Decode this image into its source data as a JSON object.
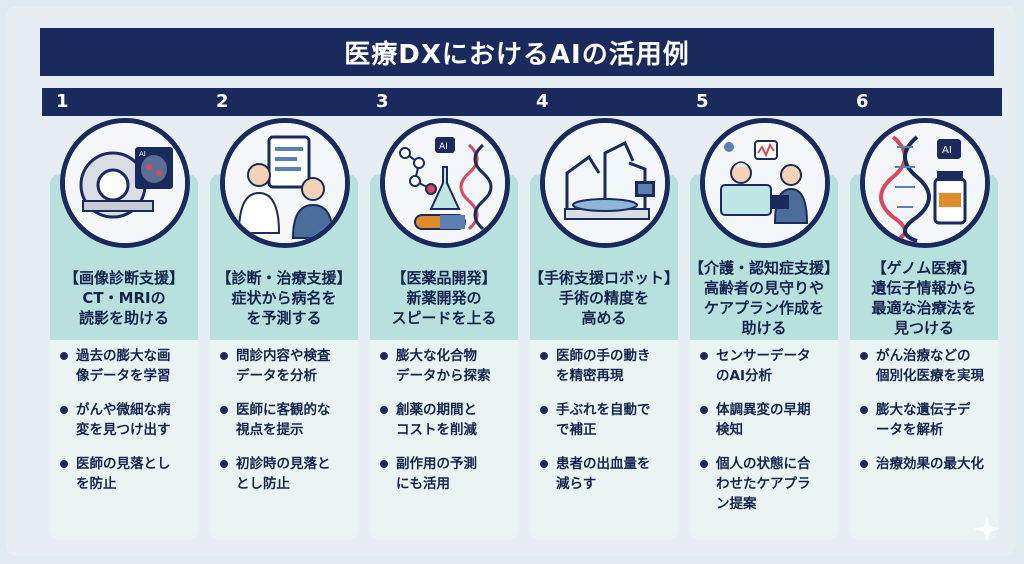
{
  "title": "医療DXにおけるAIの活用例",
  "columns": [
    {
      "number": "1",
      "icon": "ct-scanner-icon",
      "heading": [
        "【画像診断支援】",
        "CT・MRIの",
        "読影を助ける"
      ],
      "bullets": [
        [
          "過去の膨大な画",
          "像データを学習"
        ],
        [
          "がんや微細な病",
          "変を見つけ出す"
        ],
        [
          "医師の見落とし",
          "を防止"
        ]
      ]
    },
    {
      "number": "2",
      "icon": "doctor-consultation-icon",
      "heading": [
        "【診断・治療支援】",
        "症状から病名を",
        "を予測する"
      ],
      "bullets": [
        [
          "問診内容や検査",
          "データを分析"
        ],
        [
          "医師に客観的な",
          "視点を提示"
        ],
        [
          "初診時の見落と",
          "とし防止"
        ]
      ]
    },
    {
      "number": "3",
      "icon": "drug-discovery-icon",
      "heading": [
        "【医薬品開発】",
        "新薬開発の",
        "スピードを上る"
      ],
      "bullets": [
        [
          "膨大な化合物",
          "データから探索"
        ],
        [
          "創薬の期間と",
          "コストを削減"
        ],
        [
          "副作用の予測",
          "にも活用"
        ]
      ]
    },
    {
      "number": "4",
      "icon": "surgical-robot-icon",
      "heading": [
        "【手術支援ロボット】",
        "手術の精度を",
        "高める"
      ],
      "bullets": [
        [
          "医師の手の動き",
          "を精密再現"
        ],
        [
          "手ぶれを自動で",
          "で補正"
        ],
        [
          "患者の出血量を",
          "減らす"
        ]
      ]
    },
    {
      "number": "5",
      "icon": "elderly-care-icon",
      "heading": [
        "【介護・認知症支援】",
        "高齢者の見守りや",
        "ケアプラン作成を",
        "助ける"
      ],
      "bullets": [
        [
          "センサーデータ",
          "のAI分析"
        ],
        [
          "体調異変の早期",
          "検知"
        ],
        [
          "個人の状態に合",
          "わせたケアプラ",
          "ン提案"
        ]
      ]
    },
    {
      "number": "6",
      "icon": "genome-dna-icon",
      "heading": [
        "【ゲノム医療】",
        "遺伝子情報から",
        "最適な治療法を",
        "見つける"
      ],
      "bullets": [
        [
          "がん治療などの",
          "個別化医療を実現"
        ],
        [
          "膨大な遺伝子デ",
          "ータを解析"
        ],
        [
          "治療効果の最大化"
        ]
      ]
    }
  ],
  "colors": {
    "navy": "#1a2a5c",
    "teal": "#b8e0dc",
    "light": "#e9f4f2"
  }
}
